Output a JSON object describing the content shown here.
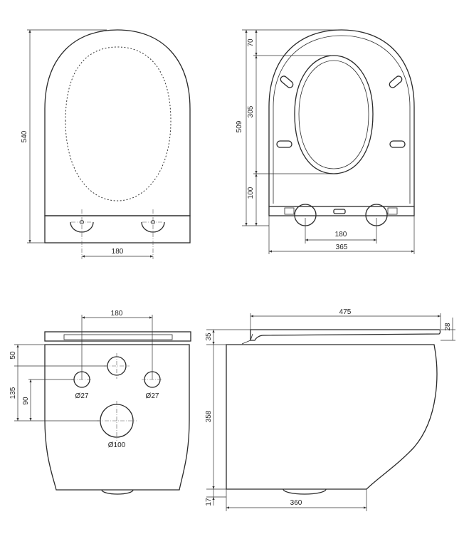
{
  "dimensions": {
    "top_left": {
      "height": "540",
      "hole_spacing": "180"
    },
    "top_right": {
      "front": "70",
      "opening": "305",
      "rear": "100",
      "overall": "509",
      "hole_spacing": "180",
      "width": "365"
    },
    "bottom_left": {
      "hole_spacing": "180",
      "top_offset": "50",
      "outer_height": "135",
      "inner_height": "90",
      "bolt_left": "Ø27",
      "bolt_right": "Ø27",
      "drain": "Ø100"
    },
    "bottom_right": {
      "length": "475",
      "seat": "28",
      "gap": "35",
      "height": "358",
      "base": "17",
      "depth": "360"
    }
  }
}
